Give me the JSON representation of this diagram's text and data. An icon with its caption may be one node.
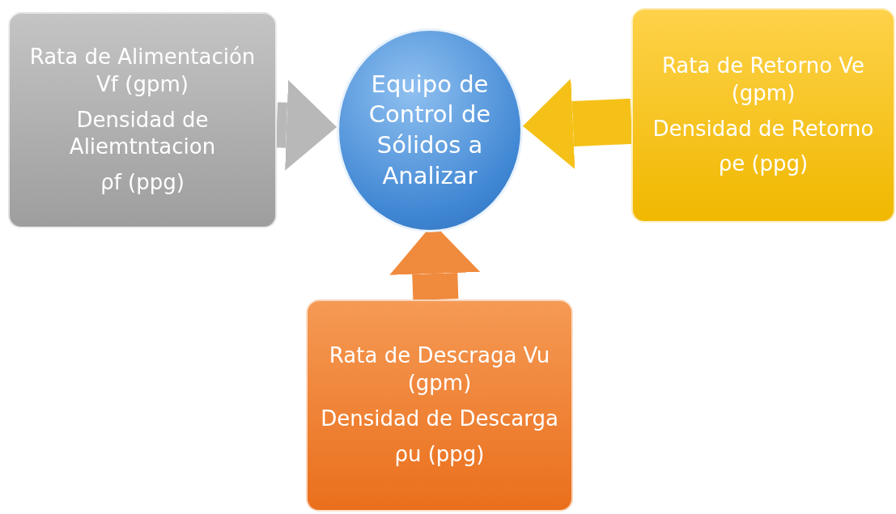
{
  "diagram": {
    "nodes": [
      {
        "text": [
          "Equipo de Control de Sólidos a Analizar"
        ]
      },
      {
        "text": [
          "Rata de Alimentación Vf (gpm)",
          "Densidad de Aliemtntacion",
          "ρf (ppg)"
        ]
      },
      {
        "text": [
          "Rata de Retorno Ve (gpm)",
          "Densidad de Retorno",
          "ρe (ppg)"
        ]
      },
      {
        "text": [
          "Rata de Descraga Vu (gpm)",
          "Densidad de Descarga",
          "ρu (ppg)"
        ]
      }
    ],
    "edges": [
      {
        "from": 1,
        "to": 0,
        "arrow": "to",
        "color": "#b8b8b8"
      },
      {
        "from": 2,
        "to": 0,
        "arrow": "to",
        "color": "#f5c118"
      },
      {
        "from": 3,
        "to": 0,
        "arrow": "to",
        "color": "#f08a3c"
      }
    ]
  }
}
